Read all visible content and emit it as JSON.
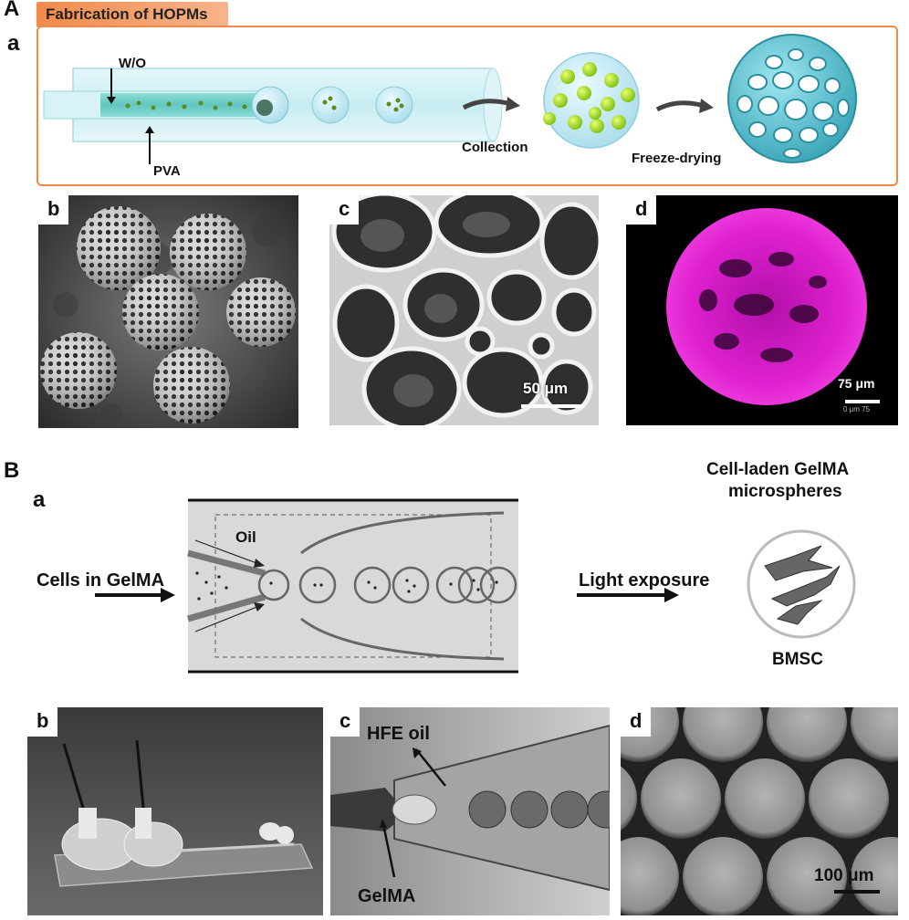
{
  "sectionA": {
    "letter": "A",
    "banner": "Fabrication of HOPMs",
    "a": {
      "label": "a",
      "wo": "W/O",
      "pva": "PVA",
      "collection": "Collection",
      "freeze": "Freeze-drying"
    },
    "b": {
      "label": "b"
    },
    "c": {
      "label": "c",
      "scale": "50 μm"
    },
    "d": {
      "label": "d",
      "scale": "75 μm",
      "scale_small": "0  μm  75"
    }
  },
  "sectionB": {
    "letter": "B",
    "a": {
      "label": "a",
      "oil": "Oil",
      "cells": "Cells in GelMA",
      "light": "Light exposure",
      "title1": "Cell-laden GelMA",
      "title2": "microspheres",
      "bmsc": "BMSC"
    },
    "b": {
      "label": "b"
    },
    "c": {
      "label": "c",
      "hfe": "HFE oil",
      "gelma": "GelMA"
    },
    "d": {
      "label": "d",
      "scale": "100 μm"
    }
  },
  "colors": {
    "accent_orange": "#f08a4b",
    "tube_blue": "#bfe9ef",
    "scaffold_cyan": "#4fb8c9",
    "fluor_magenta": "#e020d0",
    "bead_green": "#9ccc1a"
  }
}
